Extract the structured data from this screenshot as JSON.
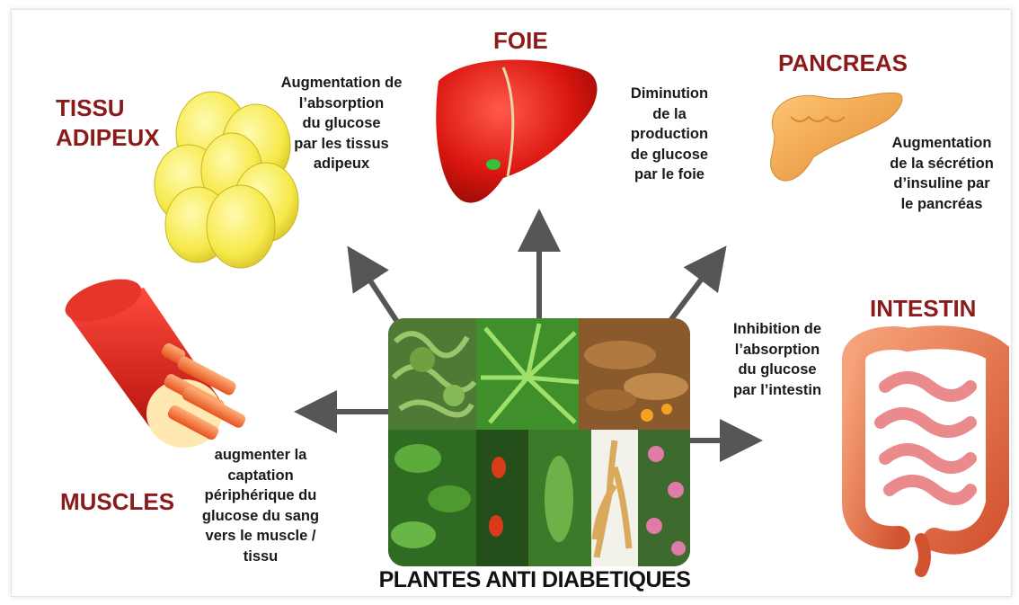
{
  "center": {
    "title": "PLANTES ANTI DIABETIQUES"
  },
  "organs": {
    "tissu": {
      "title_lines": [
        "TISSU",
        "ADIPEUX"
      ],
      "desc_lines": [
        "Augmentation de",
        "l’absorption",
        "du glucose",
        "par les tissus",
        "adipeux"
      ]
    },
    "foie": {
      "title": "FOIE",
      "desc_lines": [
        "Diminution",
        "de la",
        "production",
        "de glucose",
        "par le foie"
      ]
    },
    "pancreas": {
      "title": "PANCREAS",
      "desc_lines": [
        "Augmentation",
        "de la sécrétion",
        "d’insuline par",
        "le pancréas"
      ]
    },
    "intestin": {
      "title": "INTESTIN",
      "desc_lines": [
        "Inhibition de",
        "l’absorption",
        "du glucose",
        "par l’intestin"
      ]
    },
    "muscles": {
      "title": "MUSCLES",
      "desc_lines": [
        "augmenter la",
        "captation",
        "périphérique du",
        "glucose du sang",
        "vers le muscle /",
        "tissu"
      ]
    }
  },
  "colors": {
    "title_red": "#8b1a1a",
    "arrow_gray": "#555555",
    "text_dark": "#1a1a1a"
  }
}
